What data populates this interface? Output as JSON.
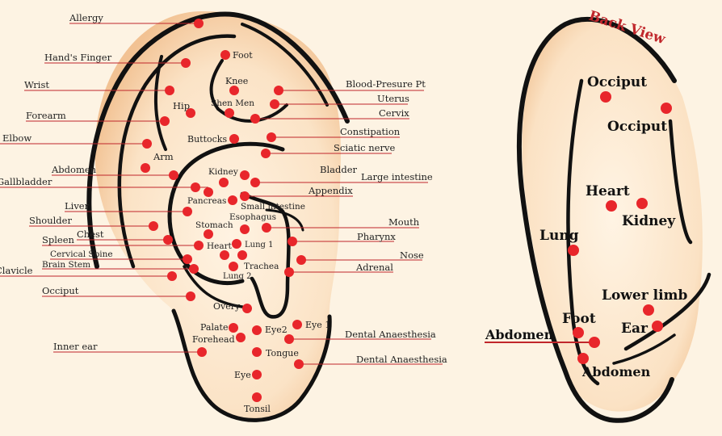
{
  "front_labels": {
    "allergy": "Allergy",
    "hands_finger": "Hand's Finger",
    "wrist": "Wrist",
    "forearm": "Forearm",
    "elbow": "Elbow",
    "abdomen": "Abdomen",
    "gallbladder": "Gallbladder",
    "liver": "Liver",
    "shoulder": "Shoulder",
    "chest": "Chest",
    "spleen": "Spleen",
    "cervical_spine": "Cervical Spine",
    "brain_stem": "Brain Stem",
    "clavicle": "Clavicle",
    "occiput": "Occiput",
    "inner_ear": "Inner ear",
    "foot": "Foot",
    "knee": "Knee",
    "hip": "Hip",
    "shen_men": "Shen Men",
    "buttocks": "Buttocks",
    "arm": "Arm",
    "kidney": "Kidney",
    "pancreas": "Pancreas",
    "small_intestine": "Small intestine",
    "stomach": "Stomach",
    "esophagus": "Esophagus",
    "heart": "Heart",
    "lung1": "Lung 1",
    "trachea": "Trachea",
    "lung2": "Lung 2",
    "overy": "Overy",
    "palate": "Palate",
    "forehead": "Forehead",
    "eye2": "Eye2",
    "eye1": "Eye 1",
    "tongue": "Tongue",
    "eye": "Eye",
    "tonsil": "Tonsil",
    "blood_pressure": "Blood-Presure Pt",
    "uterus": "Uterus",
    "cervix": "Cervix",
    "constipation": "Constipation",
    "sciatic_nerve": "Sciatic nerve",
    "bladder": "Bladder",
    "large_intestine": "Large intestine",
    "appendix": "Appendix",
    "mouth": "Mouth",
    "pharynx": "Pharynx",
    "nose": "Nose",
    "adrenal": "Adrenal",
    "dental1": "Dental Anaesthesia",
    "dental2": "Dental Anaesthesia"
  },
  "back_labels": {
    "title": "Back View",
    "occiput1": "Occiput",
    "occiput2": "Occiput",
    "heart": "Heart",
    "kidney": "Kidney",
    "lung": "Lung",
    "lower_limb": "Lower limb",
    "foot": "Foot",
    "ear": "Ear",
    "abdomen1": "Abdomen",
    "abdomen2": "Abdomen"
  },
  "colors": {
    "point": "#e8262b",
    "leader": "#c0262b",
    "outline": "#111111",
    "title": "#c0262b",
    "skin": "#f4c89a"
  }
}
